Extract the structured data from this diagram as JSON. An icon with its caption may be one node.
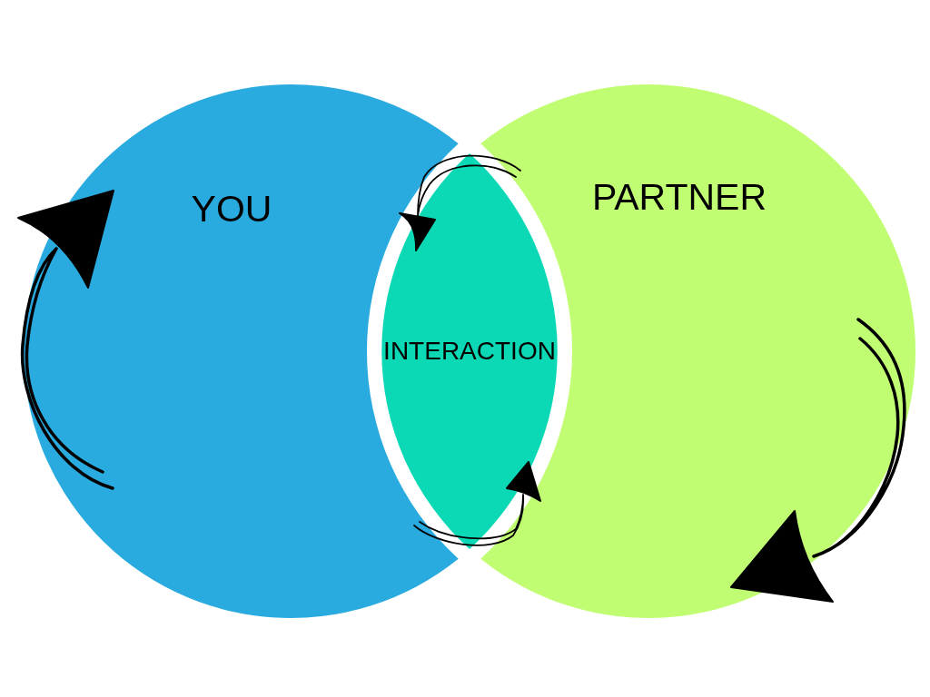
{
  "diagram": {
    "nodes": [
      {
        "text": [
          "YOU"
        ]
      },
      {
        "text": [
          "PARTNER"
        ]
      },
      {
        "text": [
          "INTERACTION"
        ]
      }
    ]
  }
}
